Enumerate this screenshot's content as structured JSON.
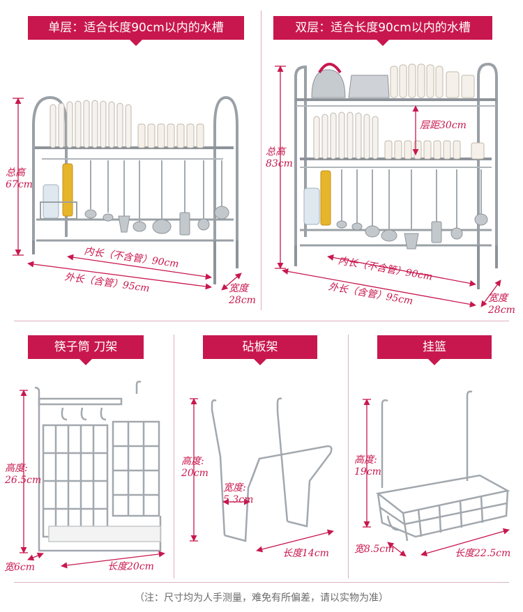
{
  "top_left": {
    "banner": "单层：适合长度90cm以内的水槽",
    "height_label": "总高",
    "height_value": "67cm",
    "inner_length": "内长（不含管）90cm",
    "outer_length": "外长（含管）95cm",
    "width_label": "宽度",
    "width_value": "28cm"
  },
  "top_right": {
    "banner": "双层：适合长度90cm以内的水槽",
    "height_label": "总高",
    "height_value": "83cm",
    "layer_gap": "层距30cm",
    "inner_length": "内长（不含管）90cm",
    "outer_length": "外长（含管）95cm",
    "width_label": "宽度",
    "width_value": "28cm"
  },
  "chopsticks": {
    "banner": "筷子筒 刀架",
    "height_label": "高度:",
    "height_value": "26.5cm",
    "width_label": "宽6cm",
    "length_label": "长度20cm"
  },
  "board": {
    "banner": "砧板架",
    "height_label": "高度:",
    "height_value": "20cm",
    "width_label": "宽度:",
    "width_value": "5.3cm",
    "length_label": "长度14cm"
  },
  "basket": {
    "banner": "挂篮",
    "height_label": "高度:",
    "height_value": "19cm",
    "width_label": "宽8.5cm",
    "length_label": "长度22.5cm"
  },
  "footer": {
    "note": "（注：尺寸均为人手测量，难免有所偏差，请以实物为准）"
  },
  "colors": {
    "accent": "#c8174e",
    "steel": "#a9aeb3",
    "divider": "#dcb0bf"
  }
}
